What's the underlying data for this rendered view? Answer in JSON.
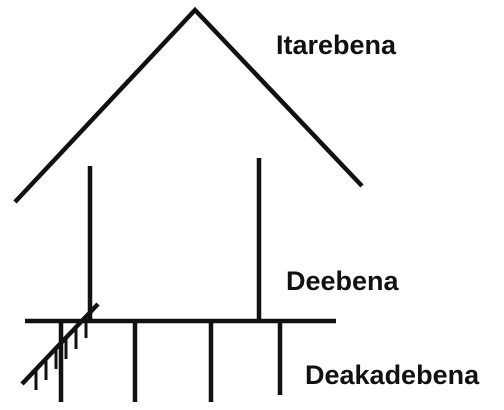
{
  "diagram": {
    "labels": {
      "roof": "Itarebena",
      "floor": "Deebena",
      "under": "Deakadebena"
    },
    "stroke_color": "#111111",
    "text_color": "#111111"
  }
}
